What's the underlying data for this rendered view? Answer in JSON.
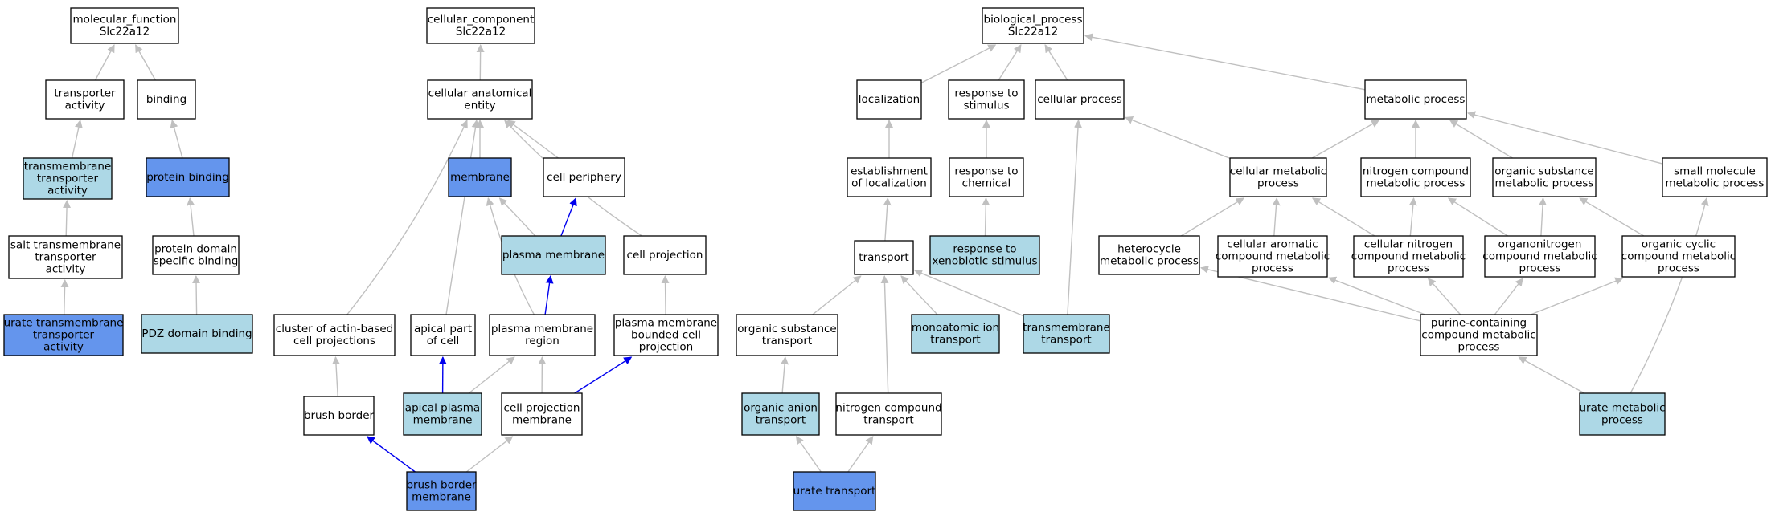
{
  "colors": {
    "node_plain": "#ffffff",
    "node_light": "#add8e6",
    "node_dark": "#6495ed",
    "edge_grey": "#c0c0c0",
    "edge_blue": "#0000ee",
    "border": "#000000"
  },
  "nodes": [
    {
      "id": "mf",
      "lines": [
        "molecular_function",
        "Slc22a12"
      ],
      "fill": "plain"
    },
    {
      "id": "ta",
      "lines": [
        "transporter",
        "activity"
      ],
      "fill": "plain"
    },
    {
      "id": "bind",
      "lines": [
        "binding"
      ],
      "fill": "plain"
    },
    {
      "id": "tmta",
      "lines": [
        "transmembrane",
        "transporter",
        "activity"
      ],
      "fill": "light"
    },
    {
      "id": "pb",
      "lines": [
        "protein binding"
      ],
      "fill": "dark"
    },
    {
      "id": "stta",
      "lines": [
        "salt transmembrane",
        "transporter",
        "activity"
      ],
      "fill": "plain"
    },
    {
      "id": "pdsb",
      "lines": [
        "protein domain",
        "specific binding"
      ],
      "fill": "plain"
    },
    {
      "id": "utta",
      "lines": [
        "urate transmembrane",
        "transporter",
        "activity"
      ],
      "fill": "dark"
    },
    {
      "id": "pdz",
      "lines": [
        "PDZ domain binding"
      ],
      "fill": "light"
    },
    {
      "id": "cc",
      "lines": [
        "cellular_component",
        "Slc22a12"
      ],
      "fill": "plain"
    },
    {
      "id": "cae",
      "lines": [
        "cellular anatomical",
        "entity"
      ],
      "fill": "plain"
    },
    {
      "id": "mem",
      "lines": [
        "membrane"
      ],
      "fill": "dark"
    },
    {
      "id": "cper",
      "lines": [
        "cell periphery"
      ],
      "fill": "plain"
    },
    {
      "id": "pm",
      "lines": [
        "plasma membrane"
      ],
      "fill": "light"
    },
    {
      "id": "cproj",
      "lines": [
        "cell projection"
      ],
      "fill": "plain"
    },
    {
      "id": "caab",
      "lines": [
        "cluster of actin-based",
        "cell projections"
      ],
      "fill": "plain"
    },
    {
      "id": "apc",
      "lines": [
        "apical part",
        "of cell"
      ],
      "fill": "plain"
    },
    {
      "id": "pmr",
      "lines": [
        "plasma membrane",
        "region"
      ],
      "fill": "plain"
    },
    {
      "id": "pmbcp",
      "lines": [
        "plasma membrane",
        "bounded cell",
        "projection"
      ],
      "fill": "plain"
    },
    {
      "id": "bb",
      "lines": [
        "brush border"
      ],
      "fill": "plain"
    },
    {
      "id": "apm",
      "lines": [
        "apical plasma",
        "membrane"
      ],
      "fill": "light"
    },
    {
      "id": "cpm",
      "lines": [
        "cell projection",
        "membrane"
      ],
      "fill": "plain"
    },
    {
      "id": "bbm",
      "lines": [
        "brush border",
        "membrane"
      ],
      "fill": "dark"
    },
    {
      "id": "bp",
      "lines": [
        "biological_process",
        "Slc22a12"
      ],
      "fill": "plain"
    },
    {
      "id": "loc",
      "lines": [
        "localization"
      ],
      "fill": "plain"
    },
    {
      "id": "rts",
      "lines": [
        "response to",
        "stimulus"
      ],
      "fill": "plain"
    },
    {
      "id": "cp",
      "lines": [
        "cellular process"
      ],
      "fill": "plain"
    },
    {
      "id": "mp",
      "lines": [
        "metabolic process"
      ],
      "fill": "plain"
    },
    {
      "id": "eol",
      "lines": [
        "establishment",
        "of localization"
      ],
      "fill": "plain"
    },
    {
      "id": "rtc",
      "lines": [
        "response to",
        "chemical"
      ],
      "fill": "plain"
    },
    {
      "id": "cmp",
      "lines": [
        "cellular metabolic",
        "process"
      ],
      "fill": "plain"
    },
    {
      "id": "ncmp",
      "lines": [
        "nitrogen compound",
        "metabolic process"
      ],
      "fill": "plain"
    },
    {
      "id": "osmp",
      "lines": [
        "organic substance",
        "metabolic process"
      ],
      "fill": "plain"
    },
    {
      "id": "smmp",
      "lines": [
        "small molecule",
        "metabolic process"
      ],
      "fill": "plain"
    },
    {
      "id": "tr",
      "lines": [
        "transport"
      ],
      "fill": "plain"
    },
    {
      "id": "rtxs",
      "lines": [
        "response to",
        "xenobiotic stimulus"
      ],
      "fill": "light"
    },
    {
      "id": "hmp",
      "lines": [
        "heterocycle",
        "metabolic process"
      ],
      "fill": "plain"
    },
    {
      "id": "cacmp",
      "lines": [
        "cellular aromatic",
        "compound metabolic",
        "process"
      ],
      "fill": "plain"
    },
    {
      "id": "cncmp",
      "lines": [
        "cellular nitrogen",
        "compound metabolic",
        "process"
      ],
      "fill": "plain"
    },
    {
      "id": "oncmp",
      "lines": [
        "organonitrogen",
        "compound metabolic",
        "process"
      ],
      "fill": "plain"
    },
    {
      "id": "occmp",
      "lines": [
        "organic cyclic",
        "compound metabolic",
        "process"
      ],
      "fill": "plain"
    },
    {
      "id": "ost",
      "lines": [
        "organic substance",
        "transport"
      ],
      "fill": "plain"
    },
    {
      "id": "mit",
      "lines": [
        "monoatomic ion",
        "transport"
      ],
      "fill": "light"
    },
    {
      "id": "tmt",
      "lines": [
        "transmembrane",
        "transport"
      ],
      "fill": "light"
    },
    {
      "id": "pccmp",
      "lines": [
        "purine-containing",
        "compound metabolic",
        "process"
      ],
      "fill": "plain"
    },
    {
      "id": "oat",
      "lines": [
        "organic anion",
        "transport"
      ],
      "fill": "light"
    },
    {
      "id": "nct",
      "lines": [
        "nitrogen compound",
        "transport"
      ],
      "fill": "plain"
    },
    {
      "id": "ump",
      "lines": [
        "urate metabolic",
        "process"
      ],
      "fill": "light"
    },
    {
      "id": "ut",
      "lines": [
        "urate transport"
      ],
      "fill": "dark"
    }
  ],
  "edges": [
    {
      "from": "ta",
      "to": "mf",
      "color": "grey"
    },
    {
      "from": "bind",
      "to": "mf",
      "color": "grey"
    },
    {
      "from": "tmta",
      "to": "ta",
      "color": "grey"
    },
    {
      "from": "pb",
      "to": "bind",
      "color": "grey"
    },
    {
      "from": "stta",
      "to": "tmta",
      "color": "grey"
    },
    {
      "from": "pdsb",
      "to": "pb",
      "color": "grey"
    },
    {
      "from": "utta",
      "to": "stta",
      "color": "grey"
    },
    {
      "from": "pdz",
      "to": "pdsb",
      "color": "grey"
    },
    {
      "from": "cae",
      "to": "cc",
      "color": "grey"
    },
    {
      "from": "mem",
      "to": "cae",
      "color": "grey"
    },
    {
      "from": "cper",
      "to": "cae",
      "color": "grey"
    },
    {
      "from": "cproj",
      "to": "cae",
      "color": "grey"
    },
    {
      "from": "caab",
      "to": "cae",
      "color": "grey"
    },
    {
      "from": "apc",
      "to": "cae",
      "color": "grey"
    },
    {
      "from": "pm",
      "to": "mem",
      "color": "grey"
    },
    {
      "from": "pm",
      "to": "cper",
      "color": "blue"
    },
    {
      "from": "pmr",
      "to": "mem",
      "color": "grey"
    },
    {
      "from": "pmr",
      "to": "pm",
      "color": "blue"
    },
    {
      "from": "pmbcp",
      "to": "cproj",
      "color": "grey"
    },
    {
      "from": "bb",
      "to": "caab",
      "color": "grey"
    },
    {
      "from": "apm",
      "to": "apc",
      "color": "blue"
    },
    {
      "from": "apm",
      "to": "pmr",
      "color": "grey"
    },
    {
      "from": "cpm",
      "to": "pmr",
      "color": "grey"
    },
    {
      "from": "cpm",
      "to": "pmbcp",
      "color": "blue"
    },
    {
      "from": "bbm",
      "to": "bb",
      "color": "blue"
    },
    {
      "from": "bbm",
      "to": "cpm",
      "color": "grey"
    },
    {
      "from": "loc",
      "to": "bp",
      "color": "grey"
    },
    {
      "from": "rts",
      "to": "bp",
      "color": "grey"
    },
    {
      "from": "cp",
      "to": "bp",
      "color": "grey"
    },
    {
      "from": "mp",
      "to": "bp",
      "color": "grey"
    },
    {
      "from": "eol",
      "to": "loc",
      "color": "grey"
    },
    {
      "from": "rtc",
      "to": "rts",
      "color": "grey"
    },
    {
      "from": "cmp",
      "to": "cp",
      "color": "grey"
    },
    {
      "from": "cmp",
      "to": "mp",
      "color": "grey"
    },
    {
      "from": "ncmp",
      "to": "mp",
      "color": "grey"
    },
    {
      "from": "osmp",
      "to": "mp",
      "color": "grey"
    },
    {
      "from": "smmp",
      "to": "mp",
      "color": "grey"
    },
    {
      "from": "tr",
      "to": "eol",
      "color": "grey"
    },
    {
      "from": "rtxs",
      "to": "rtc",
      "color": "grey"
    },
    {
      "from": "hmp",
      "to": "cmp",
      "color": "grey"
    },
    {
      "from": "cacmp",
      "to": "cmp",
      "color": "grey"
    },
    {
      "from": "cncmp",
      "to": "cmp",
      "color": "grey"
    },
    {
      "from": "cncmp",
      "to": "ncmp",
      "color": "grey"
    },
    {
      "from": "oncmp",
      "to": "ncmp",
      "color": "grey"
    },
    {
      "from": "oncmp",
      "to": "osmp",
      "color": "grey"
    },
    {
      "from": "occmp",
      "to": "osmp",
      "color": "grey"
    },
    {
      "from": "ost",
      "to": "tr",
      "color": "grey"
    },
    {
      "from": "mit",
      "to": "tr",
      "color": "grey"
    },
    {
      "from": "tmt",
      "to": "tr",
      "color": "grey"
    },
    {
      "from": "tmt",
      "to": "cp",
      "color": "grey"
    },
    {
      "from": "nct",
      "to": "tr",
      "color": "grey"
    },
    {
      "from": "pccmp",
      "to": "hmp",
      "color": "grey"
    },
    {
      "from": "pccmp",
      "to": "cacmp",
      "color": "grey"
    },
    {
      "from": "pccmp",
      "to": "cncmp",
      "color": "grey"
    },
    {
      "from": "pccmp",
      "to": "oncmp",
      "color": "grey"
    },
    {
      "from": "pccmp",
      "to": "occmp",
      "color": "grey"
    },
    {
      "from": "oat",
      "to": "ost",
      "color": "grey"
    },
    {
      "from": "ump",
      "to": "pccmp",
      "color": "grey"
    },
    {
      "from": "ump",
      "to": "smmp",
      "color": "grey"
    },
    {
      "from": "ut",
      "to": "oat",
      "color": "grey"
    },
    {
      "from": "ut",
      "to": "nct",
      "color": "grey"
    }
  ]
}
